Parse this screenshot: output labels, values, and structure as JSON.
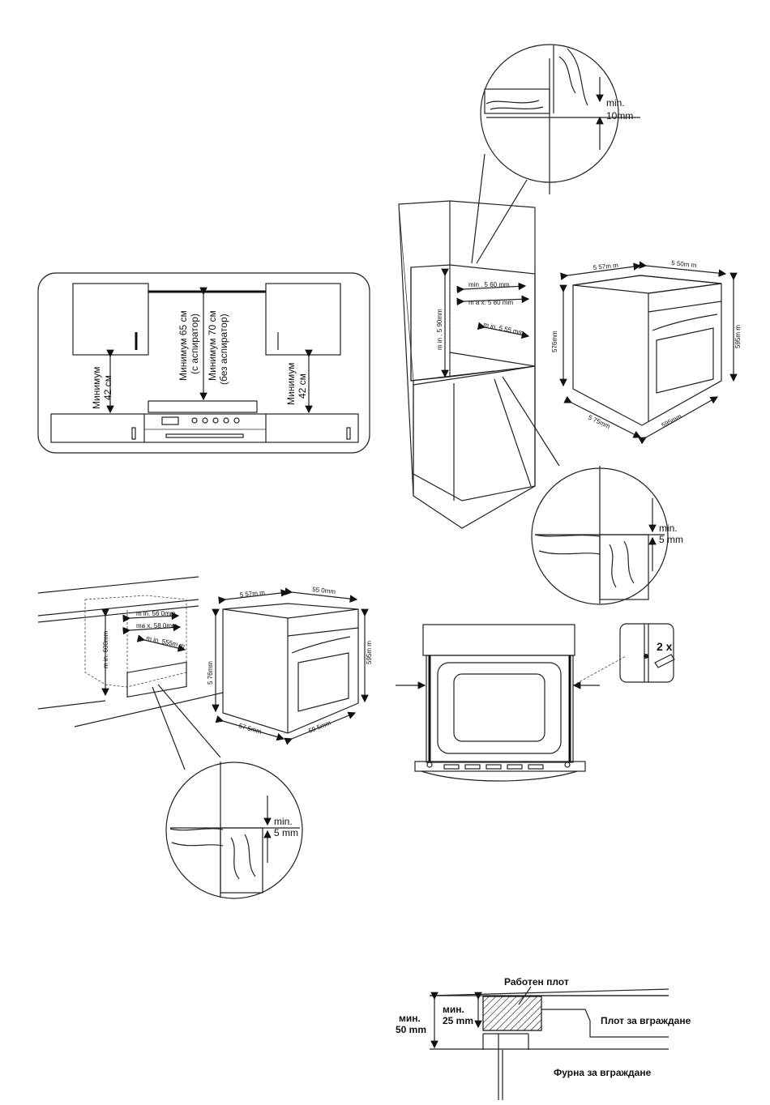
{
  "hood_install": {
    "min_left": [
      "Минимум",
      "42 см"
    ],
    "min_right": [
      "Минимум",
      "42 см"
    ],
    "center": [
      "Минимум 65 см",
      "(с аспиратор)",
      "Минимум 70 см",
      "(без аспиратор)"
    ]
  },
  "column_install": {
    "top_detail": [
      "min.",
      "10mm"
    ],
    "bottom_detail": [
      "min.",
      "5  mm"
    ],
    "niche": [
      "min . 5 60 mm",
      "m a x. 5 80 mm",
      "m in . 5 90mm",
      "m in. 5 55 mm"
    ],
    "oven": [
      "5 57m m",
      "5 50m m",
      "576mm",
      "595m m",
      "5 75mm",
      "595mm"
    ]
  },
  "under_counter_install": {
    "niche": [
      "m in. 56 0mm",
      "ma x. 58 0mm",
      "m in. 600mm",
      "m in. 555m m"
    ],
    "oven": [
      "5 57m m",
      "55 0mm",
      "5 76mm",
      "595m m",
      "57 5mm",
      "59 5mm"
    ],
    "detail": [
      "min.",
      "5  mm"
    ]
  },
  "mounting": {
    "screws": "2 x"
  },
  "section": {
    "worktop": "Работен плот",
    "hob": "Плот за вграждане",
    "oven": "Фурна за вграждане",
    "min_inner": [
      "мин.",
      "25 mm"
    ],
    "min_outer": [
      "мин.",
      "50 mm"
    ]
  }
}
